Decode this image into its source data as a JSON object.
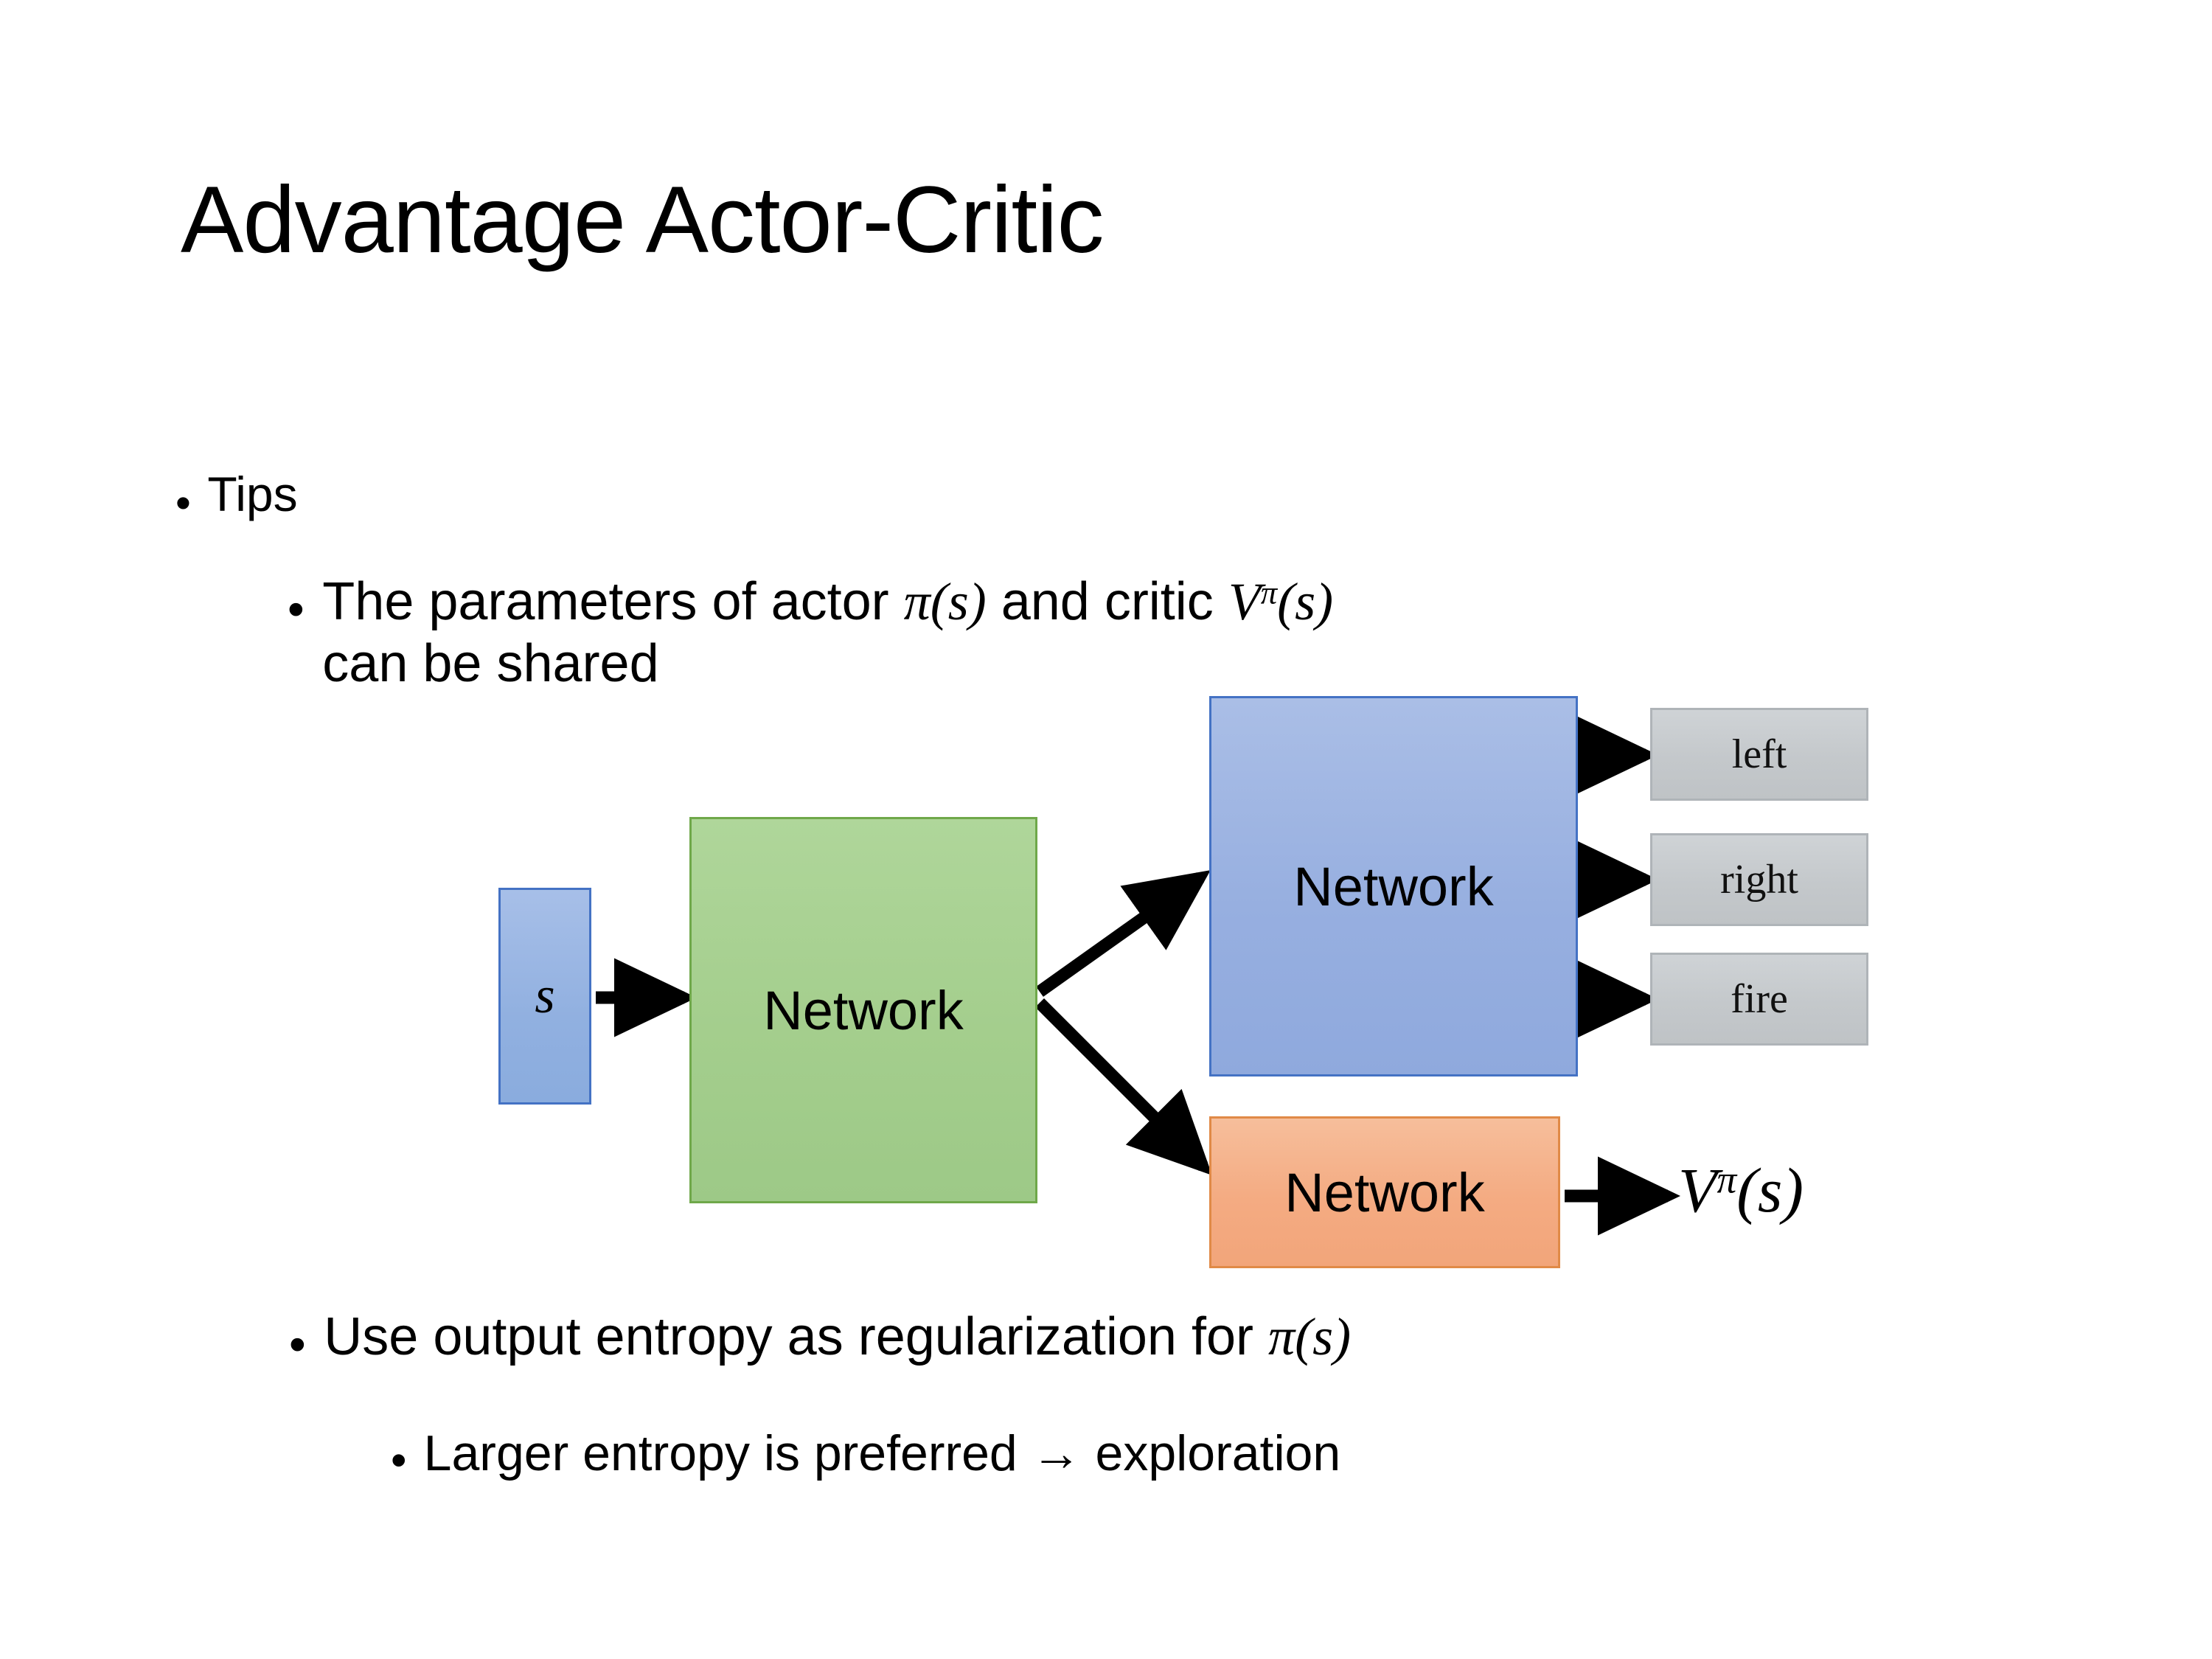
{
  "slide": {
    "title": "Advantage Actor-Critic",
    "background_color": "#ffffff"
  },
  "bullets": {
    "tips": {
      "marker": "•",
      "text": "Tips"
    },
    "shared": {
      "marker": "•",
      "text_part1": "The parameters of actor ",
      "math_pi": "π(s)",
      "text_part2": "  and critic ",
      "math_v": "V",
      "math_v_sup": "π",
      "math_v_arg": "(s)",
      "text_part3": "can be shared"
    },
    "entropy": {
      "marker": "•",
      "text_part1": "Use output entropy as regularization for ",
      "math_pi": "π(s)"
    },
    "larger": {
      "marker": "•",
      "text": "Larger entropy is preferred → exploration"
    }
  },
  "diagram": {
    "input_node": {
      "label": "s",
      "fill": "#95B3E0",
      "border": "#4472C4"
    },
    "shared_network": {
      "label": "Network",
      "fill": "#A9D18E",
      "border": "#70AD47"
    },
    "actor_network": {
      "label": "Network",
      "fill": "#95AEE0",
      "border": "#4472C4"
    },
    "critic_network": {
      "label": "Network",
      "fill": "#F4A97E",
      "border": "#E08A47"
    },
    "action_outputs": [
      {
        "label": "left",
        "fill": "#C6CACD",
        "border": "#AFB4B8"
      },
      {
        "label": "right",
        "fill": "#C6CACD",
        "border": "#AFB4B8"
      },
      {
        "label": "fire",
        "fill": "#C6CACD",
        "border": "#AFB4B8"
      }
    ],
    "critic_output": {
      "symbol": "V",
      "superscript": "π",
      "argument": "(s)"
    },
    "arrows": [
      {
        "name": "s-to-shared",
        "from": "input_node",
        "to": "shared_network",
        "style": "straight"
      },
      {
        "name": "shared-to-actor",
        "from": "shared_network",
        "to": "actor_network",
        "style": "diagonal-up"
      },
      {
        "name": "shared-to-critic",
        "from": "shared_network",
        "to": "critic_network",
        "style": "diagonal-down"
      },
      {
        "name": "actor-to-left",
        "from": "actor_network",
        "to": "left",
        "style": "straight"
      },
      {
        "name": "actor-to-right",
        "from": "actor_network",
        "to": "right",
        "style": "straight"
      },
      {
        "name": "actor-to-fire",
        "from": "actor_network",
        "to": "fire",
        "style": "straight"
      },
      {
        "name": "critic-to-value",
        "from": "critic_network",
        "to": "critic_output",
        "style": "straight"
      }
    ]
  }
}
